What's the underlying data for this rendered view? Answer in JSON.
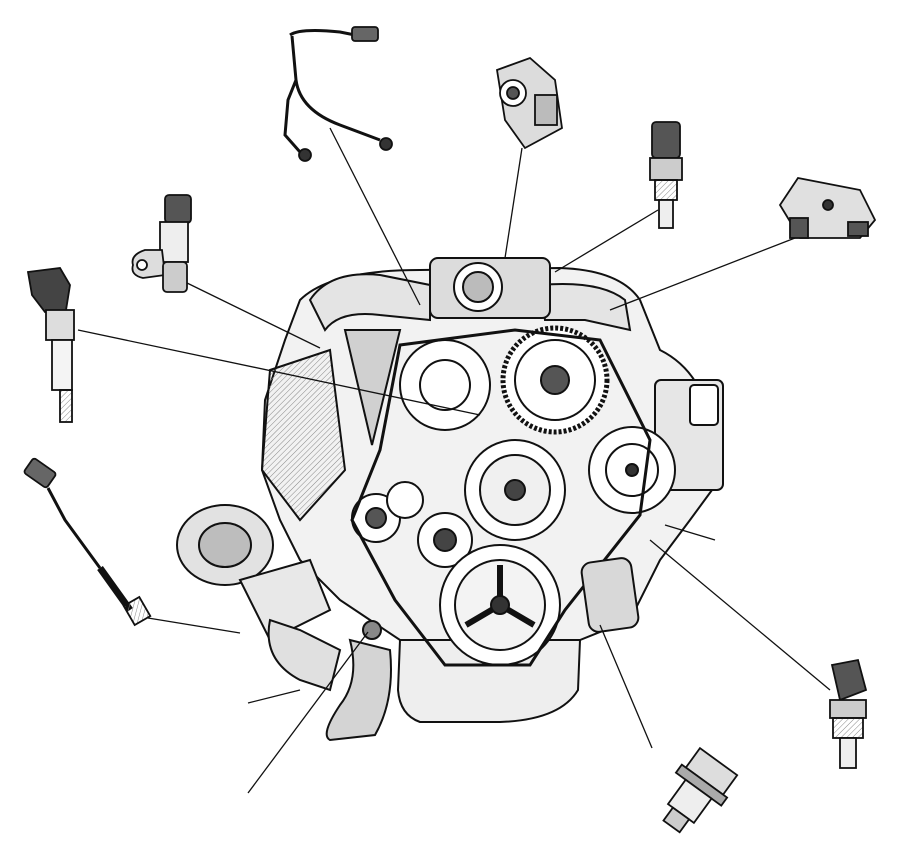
{
  "diagram": {
    "style": "black line-art technical illustration on white",
    "colors": {
      "ink": "#111111",
      "background": "#ffffff",
      "shade": "#9a9a9a",
      "light_shade": "#d6d6d6"
    },
    "center_component": "engine-assembly",
    "parts": [
      {
        "id": "knock-sensor-harness",
        "icon": "wiring-harness-icon"
      },
      {
        "id": "throttle-position-sensor",
        "icon": "sensor-housing-icon"
      },
      {
        "id": "temperature-sensor-top",
        "icon": "threaded-sensor-icon"
      },
      {
        "id": "map-sensor",
        "icon": "map-sensor-icon"
      },
      {
        "id": "camshaft-position-sensor",
        "icon": "cam-sensor-icon"
      },
      {
        "id": "ignition-coil",
        "icon": "ignition-coil-icon"
      },
      {
        "id": "oxygen-sensor",
        "icon": "oxygen-sensor-icon"
      },
      {
        "id": "oil-pressure-sensor",
        "icon": "threaded-sensor-icon"
      },
      {
        "id": "crankshaft-position-sensor",
        "icon": "crank-sensor-icon"
      }
    ]
  }
}
